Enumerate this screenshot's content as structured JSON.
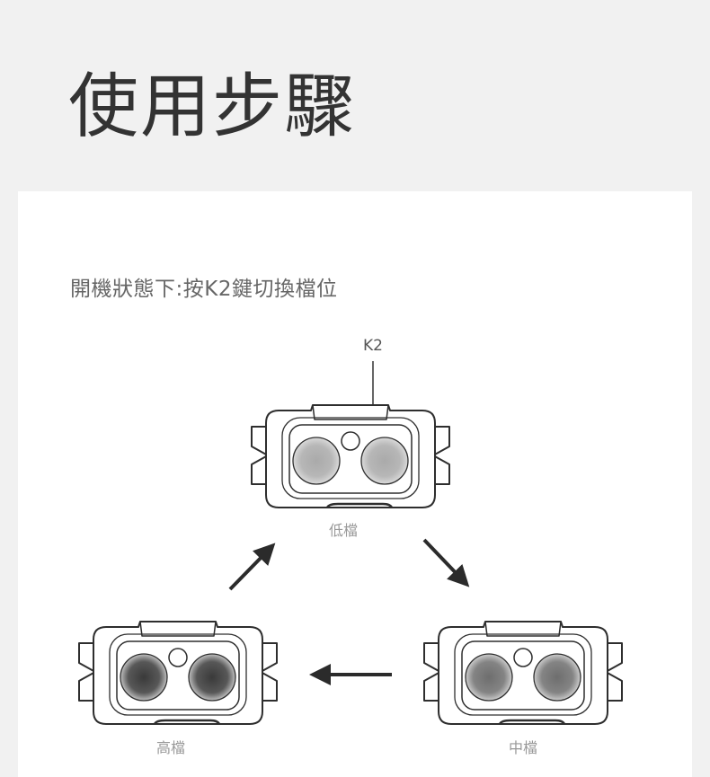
{
  "page": {
    "title": "使用步驟",
    "instruction": "開機狀態下:按K2鍵切換檔位"
  },
  "diagram": {
    "button_label": "K2",
    "modes": [
      {
        "key": "low",
        "label": "低檔",
        "lens_color": "#aaaaaa"
      },
      {
        "key": "mid",
        "label": "中檔",
        "lens_color": "#6e6e6e"
      },
      {
        "key": "high",
        "label": "高檔",
        "lens_color": "#3a3a3a"
      }
    ],
    "cycle": [
      "low",
      "mid",
      "high",
      "low"
    ]
  }
}
